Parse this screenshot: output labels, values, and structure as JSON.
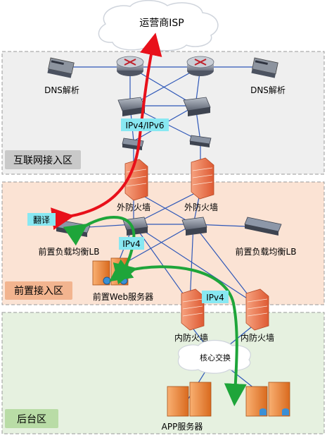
{
  "cloud": {
    "label": "运营商ISP"
  },
  "zones": [
    {
      "label": "互联网接入区",
      "fill": "#efefef",
      "tag_fill": "#c9c9c9"
    },
    {
      "label": "前置接入区",
      "fill": "#fbe3d4",
      "tag_fill": "#f2b48f"
    },
    {
      "label": "后台区",
      "fill": "#e6f1e0",
      "tag_fill": "#b9dca6"
    }
  ],
  "devices": {
    "dns_left": "DNS解析",
    "dns_right": "DNS解析",
    "fw_outer_left": "外防火墙",
    "fw_outer_right": "外防火墙",
    "lb_left": "前置负载均衡LB",
    "lb_right": "前置负载均衡LB",
    "web_servers": "前置Web服务器",
    "fw_inner_left": "内防火墙",
    "fw_inner_right": "内防火墙",
    "core_switch": "核心交换",
    "app_servers": "APP服务器"
  },
  "callouts": {
    "ipv4v6": "IPv4/IPv6",
    "translate": "翻译",
    "ipv4_front": "IPv4",
    "ipv4_back": "IPv4"
  },
  "colors": {
    "red_flow": "#e8101a",
    "green_flow": "#1ea53a",
    "link_line": "#2f58b8",
    "callout_fill": "#88e8f2",
    "firewall": "#f07a52",
    "server": "#f08a3a"
  }
}
